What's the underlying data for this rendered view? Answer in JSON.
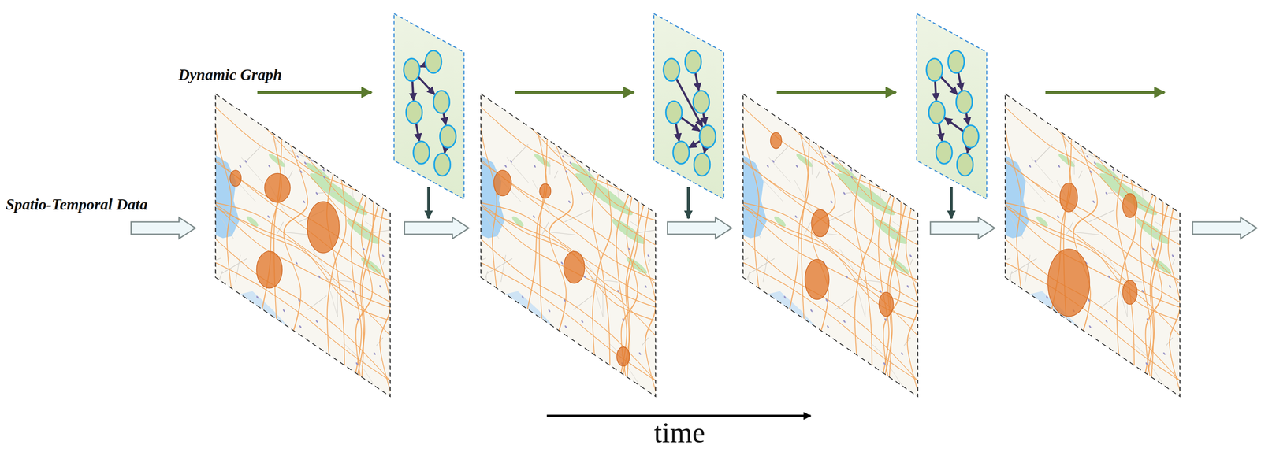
{
  "diagram": {
    "labels": [
      "Dynamic Graph",
      "Spatio-Temporal Data",
      "time"
    ]
  }
}
